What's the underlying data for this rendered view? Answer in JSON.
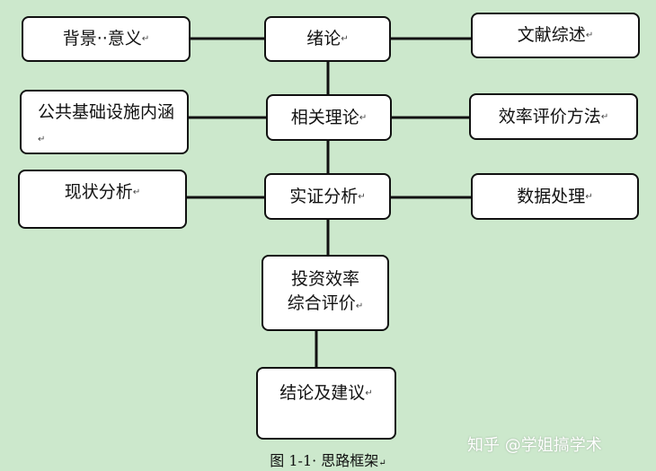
{
  "nodes": {
    "background": "背景··意义",
    "intro": "绪论",
    "literature": "文献综述",
    "public_infra": "公共基础设施内涵",
    "theory": "相关理论",
    "efficiency_method": "效率评价方法",
    "status": "现状分析",
    "empirical": "实证分析",
    "data_processing": "数据处理",
    "investment_eval": "投资效率综合评价",
    "conclusion": "结论及建议"
  },
  "caption": "图 1-1· 思路框架",
  "watermark": "知乎 @学姐搞学术"
}
